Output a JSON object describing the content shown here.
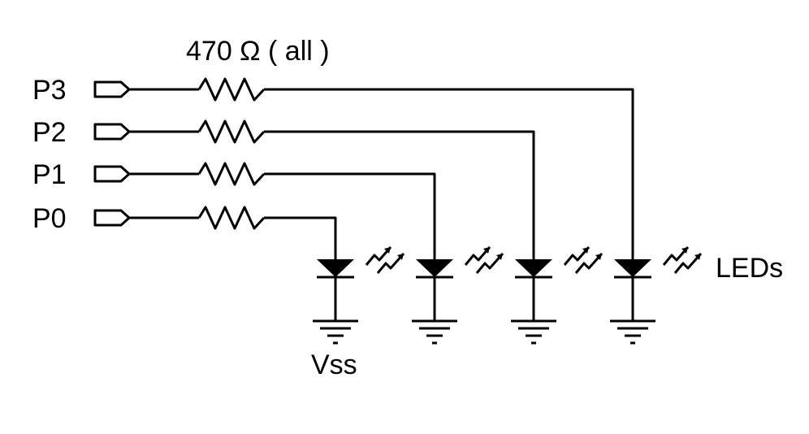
{
  "diagram": {
    "resistor_label": "470 Ω ( all )",
    "pins": [
      "P3",
      "P2",
      "P1",
      "P0"
    ],
    "led_label": "LEDs",
    "ground_label": "Vss"
  }
}
